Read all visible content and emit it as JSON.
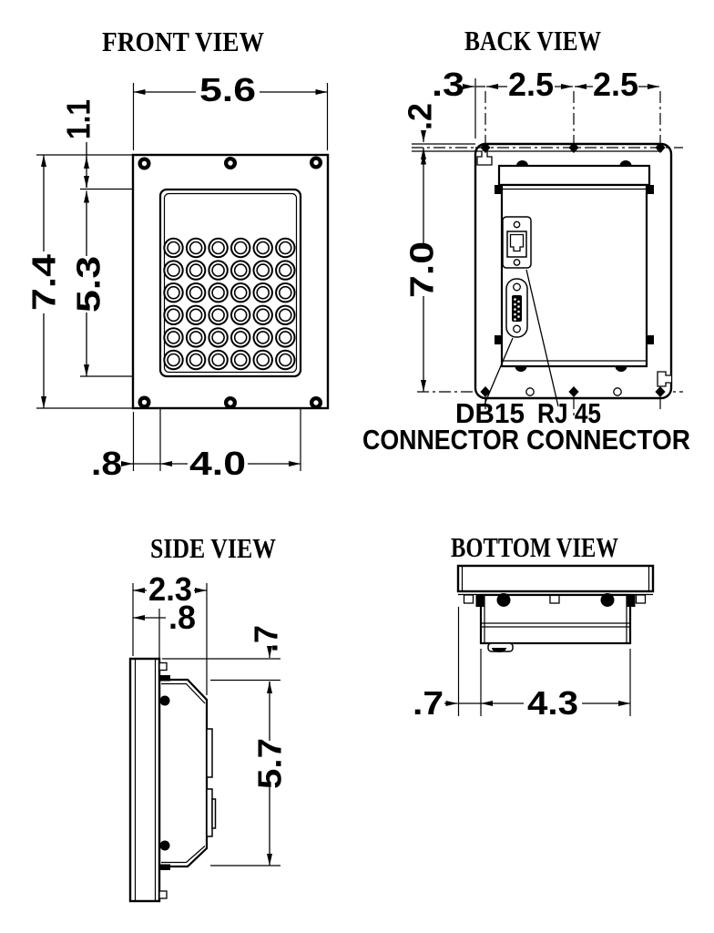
{
  "page": {
    "background": "#ffffff",
    "ink": "#000000"
  },
  "views": {
    "front": {
      "title": "FRONT VIEW",
      "dims": {
        "overall_width": "5.6",
        "overall_height": "7.4",
        "keypad_height": "5.3",
        "top_offset": "1.1",
        "side_offset": ".8",
        "keypad_width": "4.0"
      }
    },
    "back": {
      "title": "BACK VIEW",
      "dims": {
        "edge_to_hole": ".3",
        "hole_span_left": "2.5",
        "hole_span_right": "2.5",
        "top_to_hole": ".2",
        "hole_height": "7.0"
      },
      "callouts": {
        "db15": "DB15",
        "rj45": "RJ 45",
        "db15_sub": "CONNECTOR",
        "rj45_sub": "CONNECTOR"
      }
    },
    "side": {
      "title": "SIDE VIEW",
      "dims": {
        "overall_depth": "2.3",
        "panel_depth": ".8",
        "top_offset": ".7",
        "body_height": "5.7"
      }
    },
    "bottom": {
      "title": "BOTTOM VIEW",
      "dims": {
        "side_offset": ".7",
        "body_width": "4.3"
      }
    }
  }
}
